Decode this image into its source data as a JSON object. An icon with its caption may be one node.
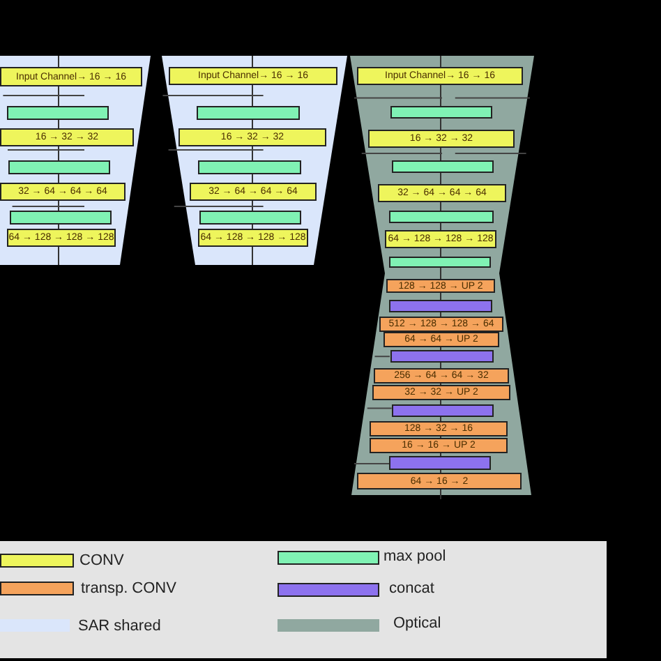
{
  "diagram": {
    "nodes": [
      {
        "text": [],
        "shape": "trapezoid"
      },
      {
        "text": [
          "Input Channel→ 16 → 16"
        ],
        "in": 0
      },
      {
        "text": [],
        "shape": "bar",
        "in": 0
      },
      {
        "text": [
          "16 → 32 → 32"
        ],
        "in": 0
      },
      {
        "text": [],
        "shape": "bar",
        "in": 0
      },
      {
        "text": [
          "32 → 64 → 64 → 64"
        ],
        "in": 0
      },
      {
        "text": [],
        "shape": "bar",
        "in": 0
      },
      {
        "text": [
          "64 → 128 → 128 → 128"
        ],
        "in": 0
      },
      {
        "text": [],
        "shape": "trapezoid"
      },
      {
        "text": [
          "Input Channel→ 16 → 16"
        ],
        "in": 8
      },
      {
        "text": [],
        "shape": "bar",
        "in": 8
      },
      {
        "text": [
          "16 → 32 → 32"
        ],
        "in": 8
      },
      {
        "text": [],
        "shape": "bar",
        "in": 8
      },
      {
        "text": [
          "32 → 64 → 64 → 64"
        ],
        "in": 8
      },
      {
        "text": [],
        "shape": "bar",
        "in": 8
      },
      {
        "text": [
          "64 → 128 → 128 → 128"
        ],
        "in": 8
      },
      {
        "text": [],
        "shape": "hourglass"
      },
      {
        "text": [
          "Input Channel→ 16 → 16"
        ],
        "in": 16
      },
      {
        "text": [],
        "shape": "bar",
        "in": 16
      },
      {
        "text": [
          "16 → 32 → 32"
        ],
        "in": 16
      },
      {
        "text": [],
        "shape": "bar",
        "in": 16
      },
      {
        "text": [
          "32 → 64 → 64 → 64"
        ],
        "in": 16
      },
      {
        "text": [],
        "shape": "bar",
        "in": 16
      },
      {
        "text": [
          "64 → 128 → 128 → 128"
        ],
        "in": 16
      },
      {
        "text": [],
        "shape": "bar",
        "in": 16
      },
      {
        "text": [
          "128 → 128 → UP 2"
        ],
        "in": 16
      },
      {
        "text": [],
        "shape": "bar",
        "in": 16
      },
      {
        "text": [
          "512 → 128 → 128 → 64"
        ],
        "in": 16
      },
      {
        "text": [
          "64 → 64 → UP 2"
        ],
        "in": 16
      },
      {
        "text": [],
        "shape": "bar",
        "in": 16
      },
      {
        "text": [
          "256 → 64 → 64 → 32"
        ],
        "in": 16
      },
      {
        "text": [
          "32 → 32 → UP 2"
        ],
        "in": 16
      },
      {
        "text": [],
        "shape": "bar",
        "in": 16
      },
      {
        "text": [
          "128 → 32 → 16"
        ],
        "in": 16
      },
      {
        "text": [
          "16 → 16 → UP 2"
        ],
        "in": 16
      },
      {
        "text": [],
        "shape": "bar",
        "in": 16
      },
      {
        "text": [
          "64 → 16 → 2"
        ],
        "in": 16
      }
    ],
    "legend": [
      {
        "text": "CONV",
        "color": "#eef55c"
      },
      {
        "text": "max pool",
        "color": "#80f2b4"
      },
      {
        "text": "transp. CONV",
        "color": "#f5a35c"
      },
      {
        "text": "concat",
        "color": "#8d72ee"
      },
      {
        "text": "SAR shared",
        "color": "#dae6fb"
      },
      {
        "text": "Optical",
        "color": "#90a8a0"
      }
    ]
  }
}
